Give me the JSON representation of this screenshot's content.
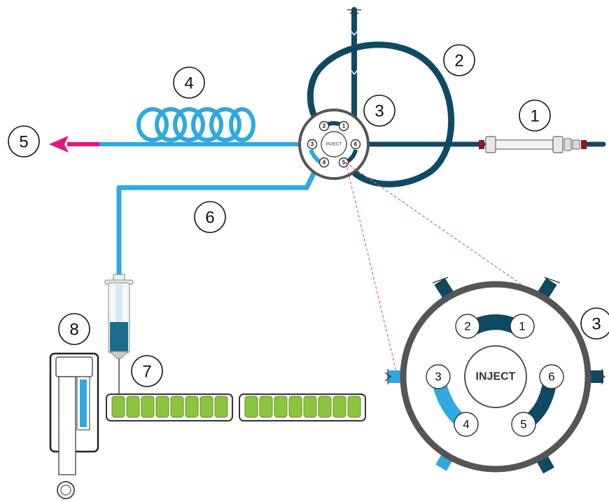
{
  "callouts": {
    "column": "1",
    "sample_loop": "2",
    "valve": "3",
    "valve_detail": "3",
    "coil": "4",
    "outlet": "5",
    "transfer_line": "6",
    "vial_tray": "7",
    "syringe_holder": "8"
  },
  "valve": {
    "center_label": "INJECT",
    "ports": [
      "1",
      "2",
      "3",
      "4",
      "5",
      "6"
    ]
  },
  "colors": {
    "dark_line": "#0e4a63",
    "light_line": "#2fa9df",
    "arrow": "#e0197d",
    "valve_ring": "#555555",
    "vial_green": "#8bc53f",
    "dashed_zoom": "#e25a8c"
  }
}
